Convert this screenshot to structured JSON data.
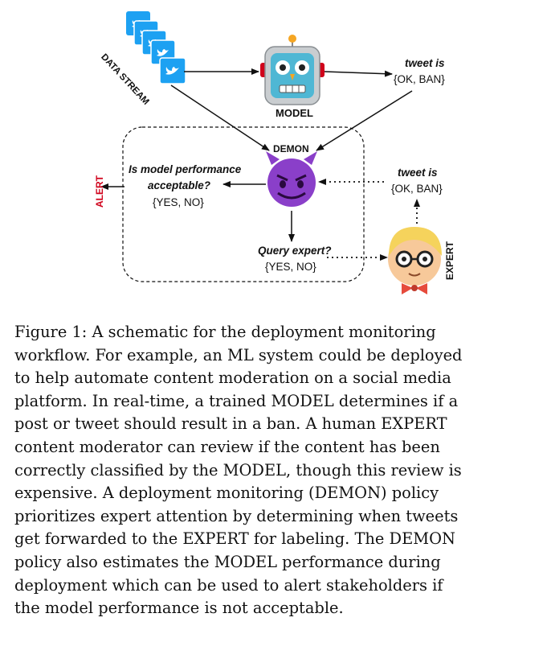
{
  "diagram": {
    "data_stream": "DATA STREAM",
    "model": "MODEL",
    "demon": "DEMON",
    "tweet_is_model": [
      "tweet is",
      "{OK, BAN}"
    ],
    "tweet_is_expert": [
      "tweet is",
      "{OK, BAN}"
    ],
    "model_perf_question": [
      "Is model performance",
      "acceptable?"
    ],
    "model_perf_options": "{YES, NO}",
    "query_expert_question": "Query expert?",
    "query_expert_options": "{YES, NO}",
    "alert": "ALERT",
    "expert": "EXPERT"
  },
  "caption": {
    "lines": [
      "Figure 1: A schematic for the deployment monitoring",
      "workflow. For example, an ML system could be deployed",
      "to help automate content moderation on a social media",
      "platform. In real-time, a trained MODEL determines if a",
      "post or tweet should result in a ban. A human EXPERT",
      "content moderator can review if the content has been",
      "correctly classified by the MODEL, though this review is",
      "expensive. A deployment monitoring (DEMON) policy",
      "prioritizes expert attention by determining when tweets",
      "get forwarded to the EXPERT for labeling. The DEMON",
      "policy also estimates the MODEL performance during",
      "deployment which can be used to alert stakeholders if",
      "the model performance is not acceptable."
    ]
  },
  "colors": {
    "twitter_blue": "#1da1f2",
    "robot_body": "#c9cdd0",
    "robot_face": "#4fb7d4",
    "demon_purple": "#8a3fc9",
    "alert_red": "#d0021b",
    "expert_skin": "#f7c99a",
    "expert_hair": "#f5d35c",
    "bowtie": "#e64b3c"
  }
}
